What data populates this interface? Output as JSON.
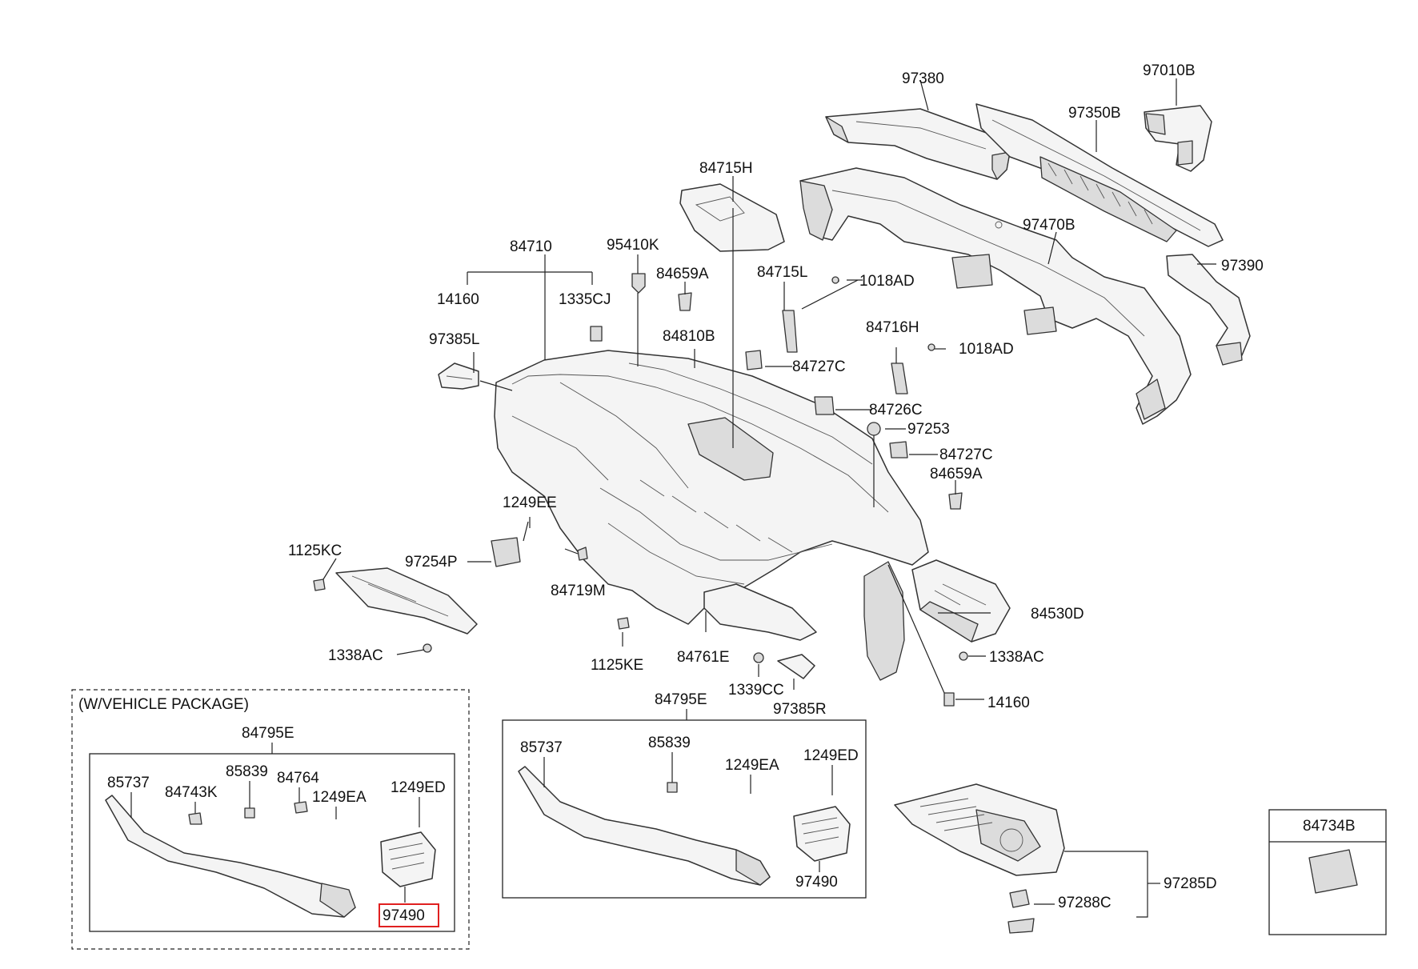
{
  "labels": {
    "p97380": "97380",
    "p97010B": "97010B",
    "p97350B": "97350B",
    "p84715H": "84715H",
    "p97470B": "97470B",
    "p97390": "97390",
    "p84710": "84710",
    "p95410K": "95410K",
    "p84659A_1": "84659A",
    "p84715L": "84715L",
    "p1018AD_1": "1018AD",
    "p14160_1": "14160",
    "p1335CJ": "1335CJ",
    "p97385L": "97385L",
    "p84810B": "84810B",
    "p84716H": "84716H",
    "p1018AD_2": "1018AD",
    "p84727C_1": "84727C",
    "p84726C": "84726C",
    "p97253": "97253",
    "p84727C_2": "84727C",
    "p84659A_2": "84659A",
    "p1249EE": "1249EE",
    "p1125KC": "1125KC",
    "p97254P": "97254P",
    "p84719M": "84719M",
    "p84530D": "84530D",
    "p1338AC_1": "1338AC",
    "p1125KE": "1125KE",
    "p84761E": "84761E",
    "p1338AC_2": "1338AC",
    "p1339CC": "1339CC",
    "p97385R": "97385R",
    "p14160_2": "14160",
    "package_note": "(W/VEHICLE PACKAGE)",
    "p84795E_1": "84795E",
    "p85737_1": "85737",
    "p84743K": "84743K",
    "p85839_1": "85839",
    "p84764": "84764",
    "p1249EA_1": "1249EA",
    "p1249ED_1": "1249ED",
    "p97490_1": "97490",
    "p84795E_2": "84795E",
    "p85737_2": "85737",
    "p85839_2": "85839",
    "p1249EA_2": "1249EA",
    "p1249ED_2": "1249ED",
    "p97490_2": "97490",
    "p97285D": "97285D",
    "p97288C": "97288C",
    "p84734B": "84734B"
  },
  "highlight": {
    "part": "97490",
    "color": "#e02020"
  }
}
